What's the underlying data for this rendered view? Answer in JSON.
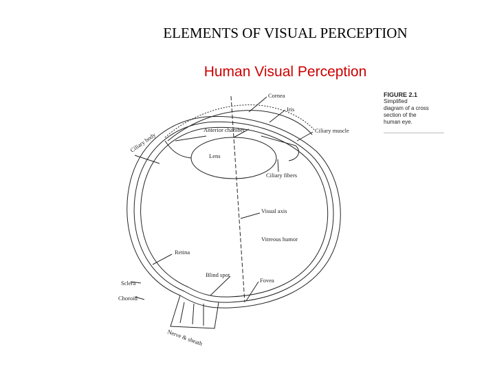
{
  "slide": {
    "title": "ELEMENTS OF VISUAL PERCEPTION",
    "subtitle": "Human Visual Perception"
  },
  "figure": {
    "number": "FIGURE 2.1",
    "caption_lines": [
      "Simplified",
      "diagram of a cross",
      "section of the",
      "human eye."
    ],
    "labels": {
      "cornea": "Cornea",
      "iris": "Iris",
      "ciliary_body": "Ciliary body",
      "anterior_chamber": "Anterior chamber",
      "ciliary_muscle": "Ciliary muscle",
      "lens": "Lens",
      "ciliary_fibers": "Ciliary fibers",
      "visual_axis": "Visual axis",
      "vitreous_humor": "Vitreous humor",
      "retina": "Retina",
      "blind_spot": "Blind spot",
      "fovea": "Fovea",
      "sclera": "Sclera",
      "choroid": "Choroid",
      "nerve_sheath": "Nerve & sheath"
    }
  }
}
